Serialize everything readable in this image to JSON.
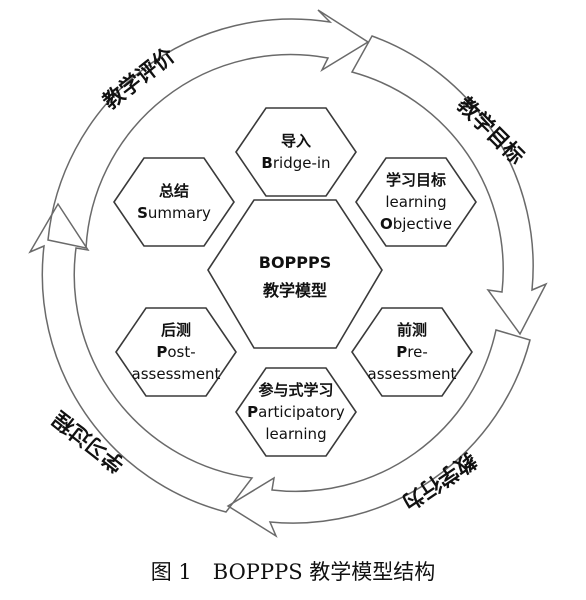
{
  "center": {
    "line1": "BOPPPS",
    "line2": "教学模型"
  },
  "hexagons": [
    {
      "id": "bridge-in",
      "lines": [
        [
          "导入"
        ],
        [
          "B",
          "ridge-in"
        ]
      ]
    },
    {
      "id": "objective",
      "lines": [
        [
          "学习目标"
        ],
        [
          "learning"
        ],
        [
          "O",
          "bjective"
        ]
      ]
    },
    {
      "id": "pre-assessment",
      "lines": [
        [
          "前测"
        ],
        [
          "P",
          "re-"
        ],
        [
          "assessment"
        ]
      ]
    },
    {
      "id": "participatory",
      "lines": [
        [
          "参与式学习"
        ],
        [
          "P",
          "articipatory"
        ],
        [
          "learning"
        ]
      ]
    },
    {
      "id": "post-assessment",
      "lines": [
        [
          "后测"
        ],
        [
          "P",
          "ost-"
        ],
        [
          "assessment"
        ]
      ]
    },
    {
      "id": "summary",
      "lines": [
        [
          "总结"
        ],
        [
          "S",
          "ummary"
        ]
      ]
    }
  ],
  "cycle_labels": {
    "top_left": "教学评价",
    "top_right": "教学目标",
    "bottom_right": "教学行为",
    "bottom_left": "学习过程"
  },
  "caption": "图 1　BOPPPS 教学模型结构",
  "colors": {
    "stroke": "#3a3a3a",
    "ring": "#6a6a6a",
    "text": "#111111",
    "background": "#ffffff"
  }
}
